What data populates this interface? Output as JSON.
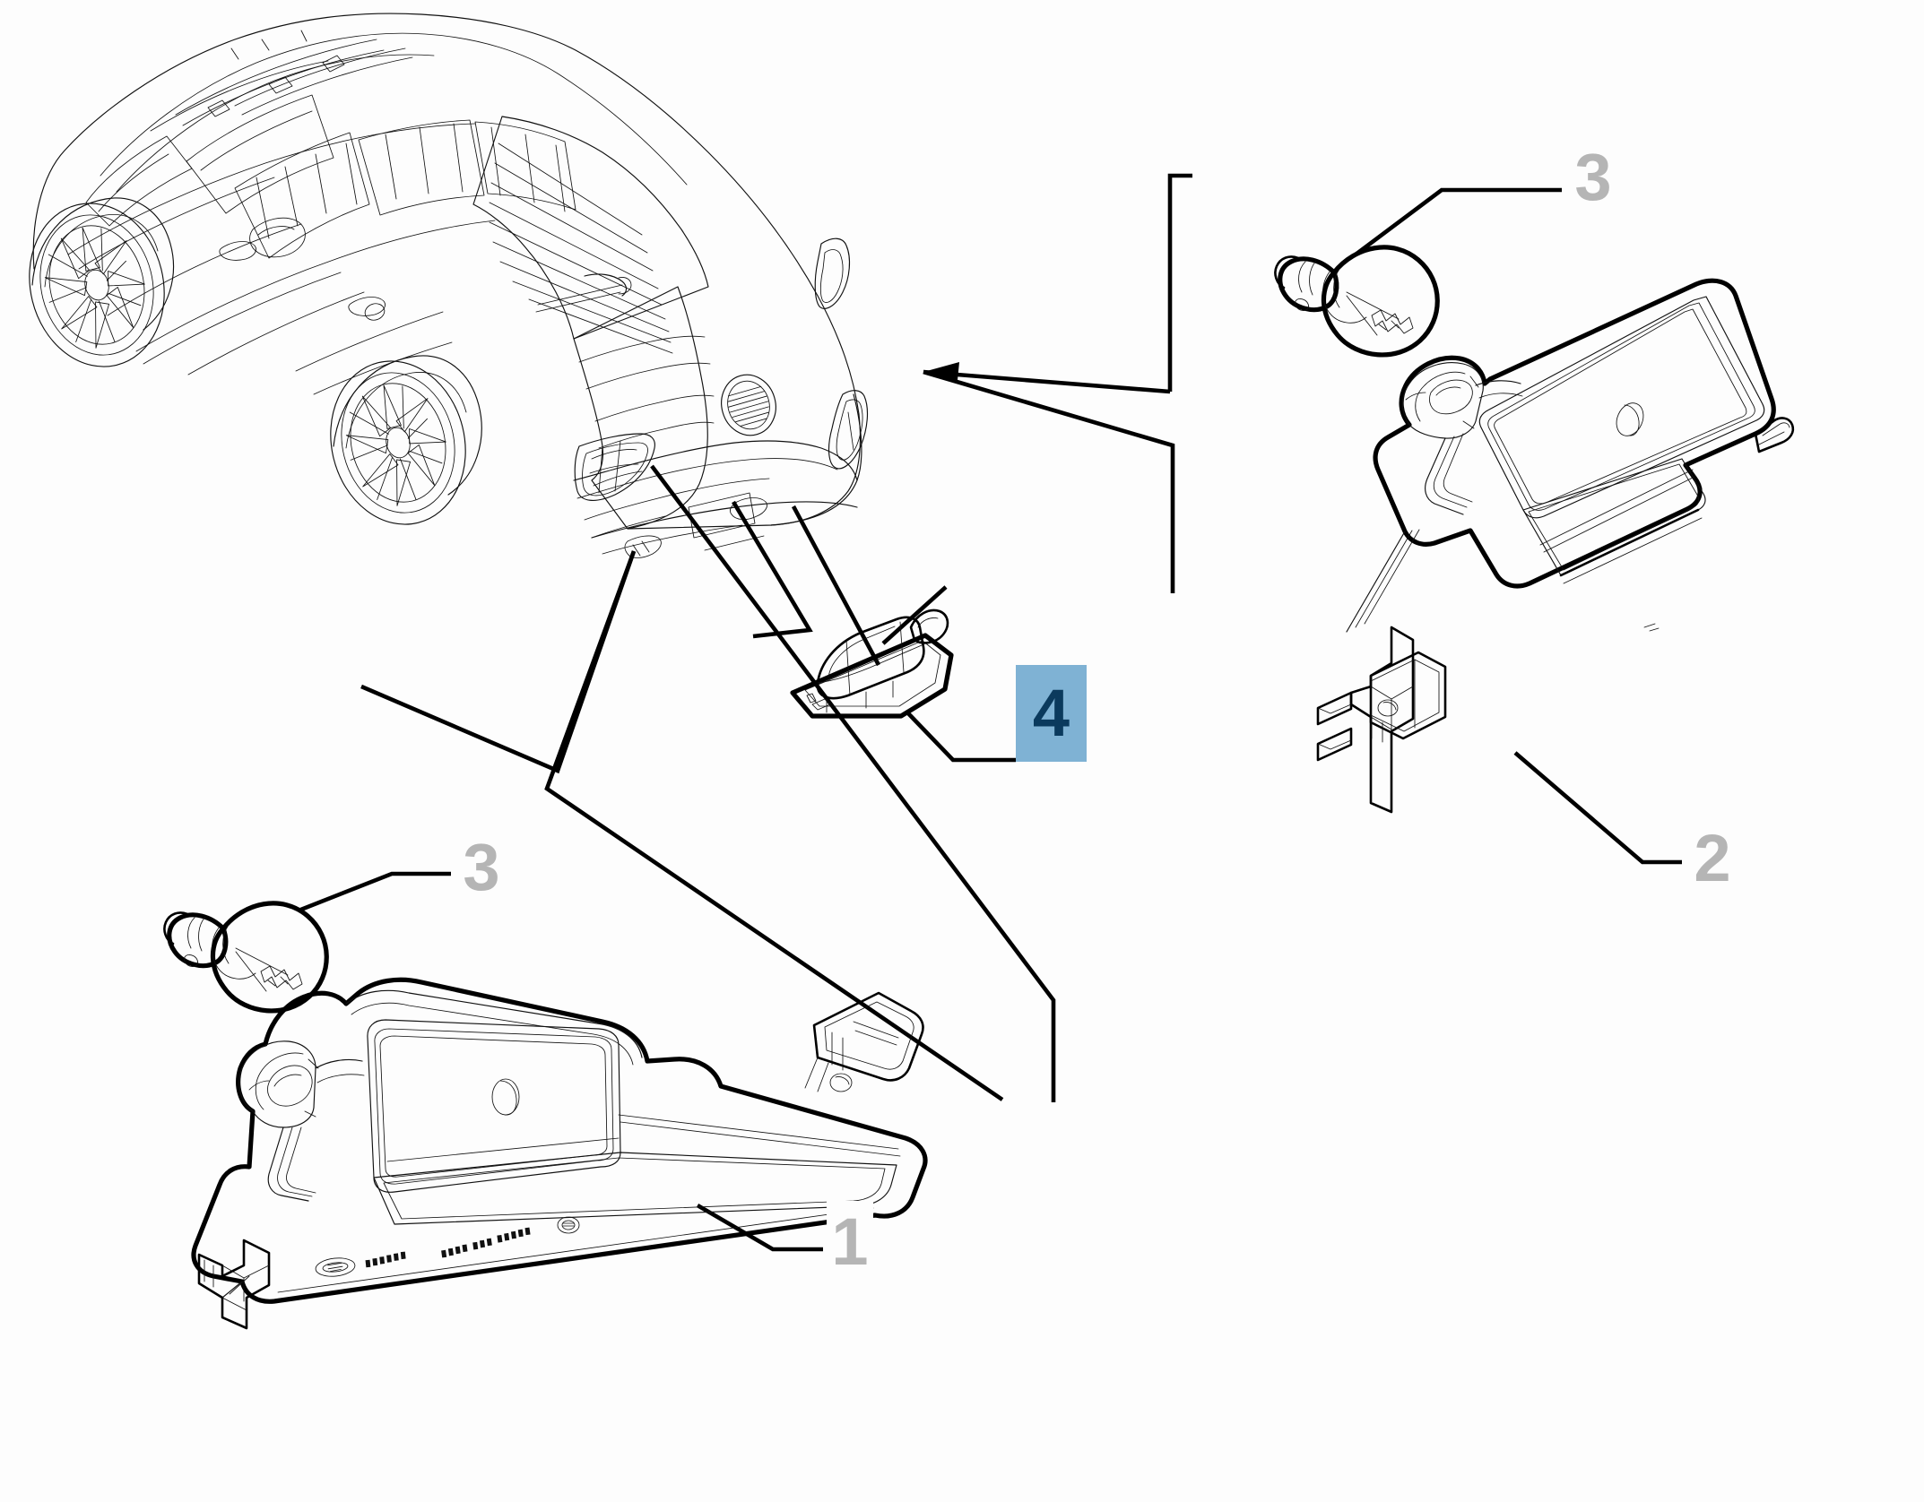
{
  "document": {
    "kind": "automotive-parts-exploded-diagram",
    "subject": "Rear lamp cluster and licence plate lamp",
    "vehicle": "Fiat 500L compact MPV, rear three-quarter view",
    "line_color": "#000000",
    "background_color": "#fdfdfd",
    "highlight_fill": "#7fb2d4",
    "highlight_text_color": "#0b3a5d",
    "plain_callout_color": "#b5b5b5"
  },
  "callouts": [
    {
      "id": "callout-3-upper",
      "number": "3",
      "state": "normal",
      "part": "Bulb, rear lamp",
      "points_to": "bulb-upper"
    },
    {
      "id": "callout-2",
      "number": "2",
      "state": "normal",
      "part": "Rear lamp assembly, right hand",
      "points_to": "lamp-right"
    },
    {
      "id": "callout-3-lower",
      "number": "3",
      "state": "normal",
      "part": "Bulb, rear lamp",
      "points_to": "bulb-lower"
    },
    {
      "id": "callout-1",
      "number": "1",
      "state": "normal",
      "part": "Rear lamp assembly, left hand",
      "points_to": "lamp-left"
    },
    {
      "id": "callout-4",
      "number": "4",
      "state": "highlighted",
      "part": "Licence plate lamp",
      "points_to": "plate-lamp"
    }
  ],
  "parts": [
    {
      "id": "vehicle",
      "label": "Vehicle outline, rear three-quarter view"
    },
    {
      "id": "plate-lamp",
      "label": "Licence plate lamp unit"
    },
    {
      "id": "lamp-right",
      "label": "Rear lamp assembly right hand"
    },
    {
      "id": "lamp-left",
      "label": "Rear lamp assembly left hand"
    },
    {
      "id": "bulb-upper",
      "label": "Bayonet bulb upper"
    },
    {
      "id": "bulb-lower",
      "label": "Bayonet bulb lower"
    }
  ]
}
